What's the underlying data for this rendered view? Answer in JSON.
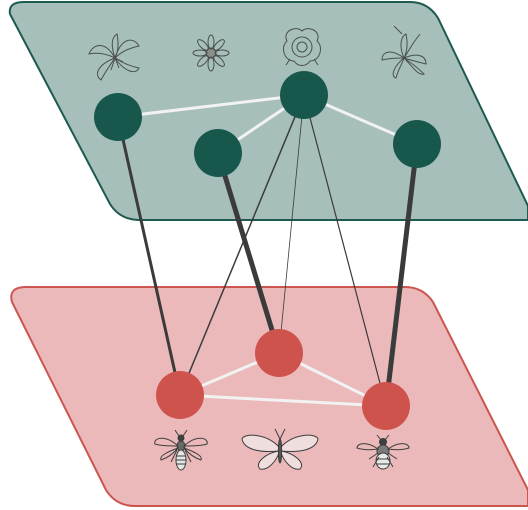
{
  "figure": {
    "type": "multilayer-network",
    "layers": [
      {
        "id": "plants",
        "fill": "#a6bfbb",
        "stroke": "#1d5a50",
        "node_color": "#17574c",
        "nodes": [
          {
            "id": "P1",
            "icon": "lily-flower-icon"
          },
          {
            "id": "P2",
            "icon": "daisy-flower-icon"
          },
          {
            "id": "P3",
            "icon": "rose-flower-icon"
          },
          {
            "id": "P4",
            "icon": "tall-lily-flower-icon"
          }
        ],
        "intra_edges": [
          [
            "P1",
            "P3"
          ],
          [
            "P2",
            "P3"
          ],
          [
            "P3",
            "P4"
          ]
        ]
      },
      {
        "id": "pollinators",
        "fill": "#ebb9ba",
        "stroke": "#cc5550",
        "node_color": "#cf534d",
        "nodes": [
          {
            "id": "A1",
            "icon": "wasp-icon"
          },
          {
            "id": "A2",
            "icon": "butterfly-icon"
          },
          {
            "id": "A3",
            "icon": "bumblebee-icon"
          }
        ],
        "intra_edges": [
          [
            "A1",
            "A2"
          ],
          [
            "A2",
            "A3"
          ],
          [
            "A1",
            "A3"
          ]
        ]
      }
    ],
    "interlayer_edges": [
      {
        "from": "P1",
        "to": "A1",
        "weight": 3
      },
      {
        "from": "P2",
        "to": "A2",
        "weight": 5
      },
      {
        "from": "P3",
        "to": "A1",
        "weight": 1.5
      },
      {
        "from": "P3",
        "to": "A2",
        "weight": 0.8
      },
      {
        "from": "P3",
        "to": "A3",
        "weight": 1.2
      },
      {
        "from": "P4",
        "to": "A3",
        "weight": 5
      }
    ],
    "edge_color": "#3b3b3b",
    "intra_edge_color": "#f2f2f2"
  }
}
